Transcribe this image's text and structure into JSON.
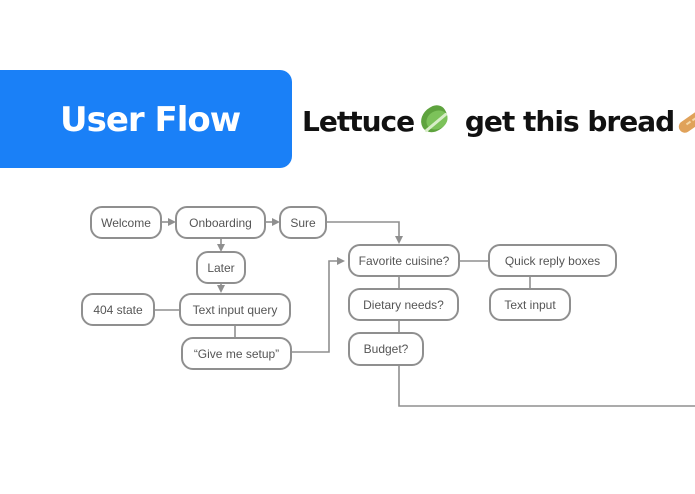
{
  "header": {
    "title": "User Flow",
    "project_part1": "Lettuce",
    "project_part2": " get this bread"
  },
  "colors": {
    "banner": "#1a80f7",
    "node_border": "#8f8f8f",
    "node_text": "#555555",
    "connector": "#8f8f8f"
  },
  "icons": [
    "lettuce-emoji",
    "bread-emoji"
  ],
  "flow": {
    "nodes": {
      "welcome": "Welcome",
      "onboarding": "Onboarding",
      "sure": "Sure",
      "later": "Later",
      "not_found": "404 state",
      "text_input_query": "Text input query",
      "give_me_setup": "“Give me setup”",
      "favorite_cuisine": "Favorite cuisine?",
      "dietary_needs": "Dietary needs?",
      "budget": "Budget?",
      "quick_reply_boxes": "Quick reply boxes",
      "text_input": "Text input"
    }
  }
}
